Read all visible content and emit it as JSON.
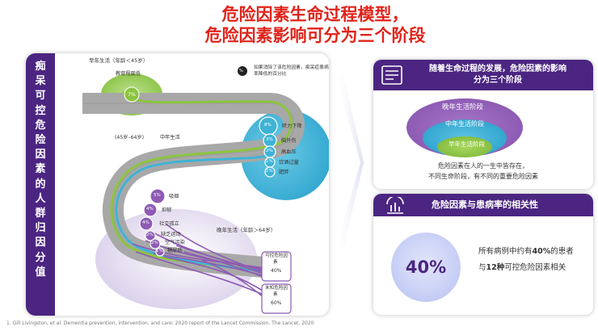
{
  "title": {
    "line1": "危险因素生命过程模型，",
    "line2": "危险因素影响可分为三个阶段"
  },
  "left_panel": {
    "vertical_title": [
      "痴",
      "呆",
      "可",
      "控",
      "危",
      "险",
      "因",
      "素",
      "的",
      "人",
      "群",
      "归",
      "因",
      "分",
      "值"
    ],
    "early_life": "早年生活（年龄＜45岁）",
    "education": "教育程度低",
    "education_pct": "7%",
    "legend_symbol": "%",
    "legend_text_1": "如果消除了该危险因素，痴呆症患病",
    "legend_text_2": "率降低的百分比",
    "age_mid": "(45岁–64岁)",
    "mid_life": "中年生活",
    "late_life": "晚年生活（年龄＞64岁）",
    "mid_factors": [
      {
        "pct": "8%",
        "label": "听力下降"
      },
      {
        "pct": "3%",
        "label": "脑外伤"
      },
      {
        "pct": "2%",
        "label": "高血压"
      },
      {
        "pct": "1%",
        "label": "饮酒过量"
      },
      {
        "pct": "1%",
        "label": "肥胖"
      }
    ],
    "late_factors": [
      {
        "pct": "5%",
        "label": "吸烟"
      },
      {
        "pct": "4%",
        "label": "抑郁"
      },
      {
        "pct": "4%",
        "label": "社交孤立"
      },
      {
        "pct": "2%",
        "label": "缺乏运动"
      },
      {
        "pct": "2%",
        "label": "空气污染"
      },
      {
        "pct": "1%",
        "label": "糖尿病"
      }
    ],
    "modifiable_1": "可控危险因",
    "modifiable_2": "素",
    "modifiable_pct": "40%",
    "unknown_1": "未知危险因",
    "unknown_2": "素",
    "unknown_pct": "60%"
  },
  "stages_panel": {
    "header_line1": "随着生命过程的发展，危险因素的影响",
    "header_line2": "分为三个阶段",
    "late": "晚年生活阶段",
    "mid": "中年生活阶段",
    "early": "早年生活阶段",
    "caption_line1": "危险因素在人的一生中皆存在，",
    "caption_line2": "不同生命阶段，有不同的重要危险因素"
  },
  "correlation_panel": {
    "header": "危险因素与患病率的相关性",
    "percent": "40%",
    "line1_pre": "所有病例中约有",
    "line1_bold": "40%",
    "line1_post": "的患者",
    "line2_pre": "与",
    "line2_bold": "12种",
    "line2_post": "可控危险因素相关"
  },
  "footnote": "1.    Gill Livingston, et al. Dementia prevention, intervention, and care: 2020 report of the Lancet Commission. The Lancet, 2020",
  "colors": {
    "title_red": "#e0241b",
    "purple": "#4b2581",
    "late_purple": "#8e5bb4",
    "mid_teal": "#3fb3d6",
    "early_green": "#8cc540",
    "road_gray": "#a8a8a8"
  }
}
